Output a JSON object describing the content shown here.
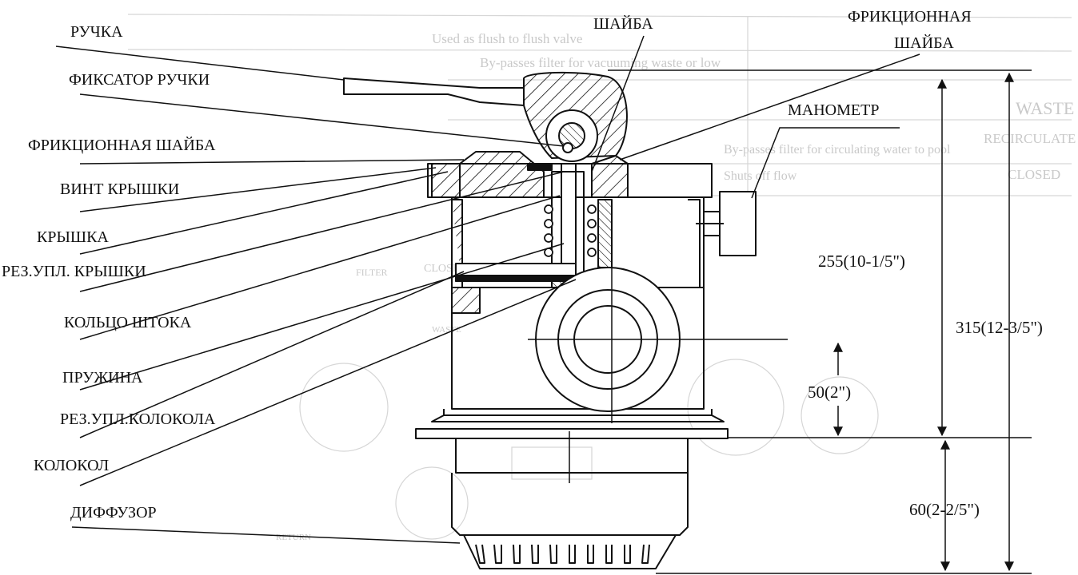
{
  "diagram": {
    "part_labels": {
      "handle": "РУЧКА",
      "handle_lock": "ФИКСАТОР РУЧКИ",
      "friction_washer_left": "ФРИКЦИОННАЯ ШАЙБА",
      "cover_screw": "ВИНТ КРЫШКИ",
      "cover": "КРЫШКА",
      "cover_gasket": "РЕЗ.УПЛ. КРЫШКИ",
      "stem_ring": "КОЛЬЦО ШТОКА",
      "spring": "ПРУЖИНА",
      "bell_gasket": "РЕЗ.УПЛ.КОЛОКОЛА",
      "bell": "КОЛОКОЛ",
      "diffuser": "ДИФФУЗОР",
      "washer": "ШАЙБА",
      "friction_washer_right_line1": "ФРИКЦИОННАЯ",
      "friction_washer_right_line2": "ШАЙБА",
      "manometer": "МАНОМЕТР"
    },
    "dimensions": {
      "upper_height": "255(10-1/5\")",
      "total_height": "315(12-3/5\")",
      "port_offset": "50(2\")",
      "lower_height": "60(2-2/5\")"
    },
    "background_table": {
      "row1": "Used as flush to flush valve",
      "row2": "By-passes filter for vacuuming waste or low",
      "row3_label": "WASTE",
      "row4_label": "RECIRCULATE",
      "row4_text": "By-passes filter for circulating water to pool",
      "row5_label": "CLOSED",
      "row5_text": "Shuts off flow"
    },
    "background_marks": {
      "closed": "CLOSED",
      "filter": "FILTER",
      "waste": "WASTE",
      "return": "RETURN"
    }
  }
}
